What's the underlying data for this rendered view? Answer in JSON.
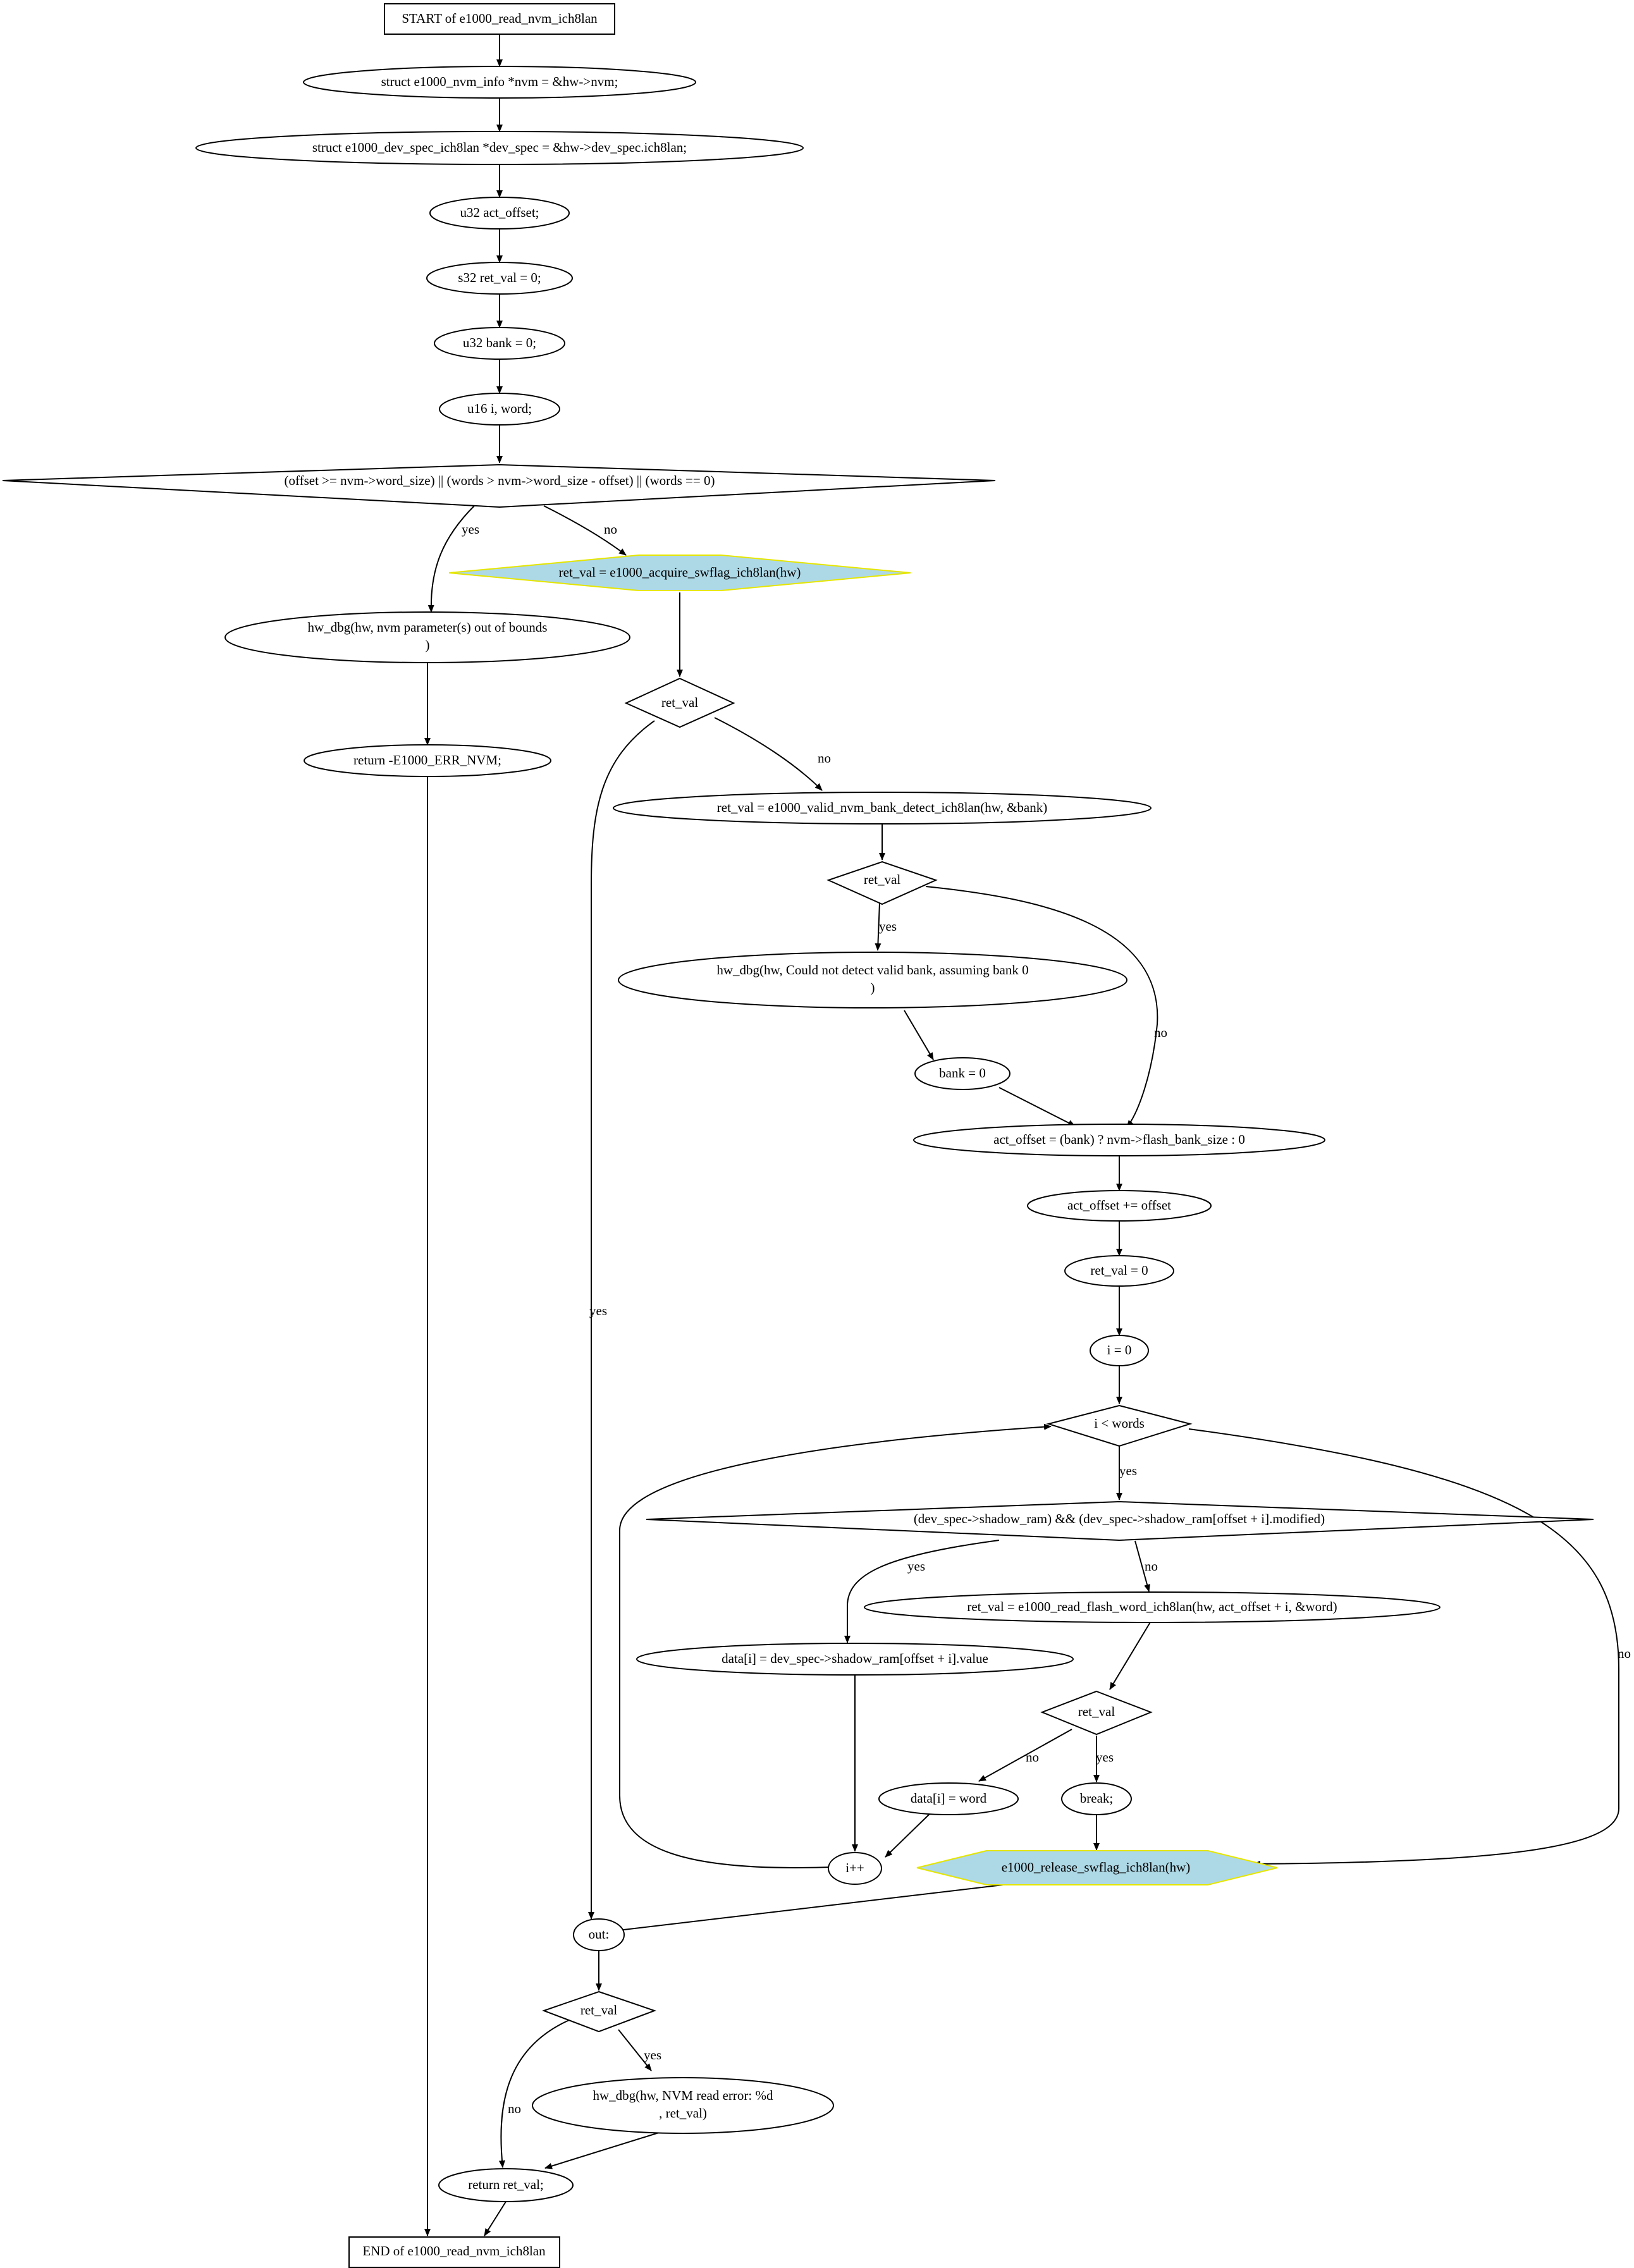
{
  "diagram": {
    "nodes": {
      "start": "START of e1000_read_nvm_ich8lan",
      "n1": "struct e1000_nvm_info *nvm = &hw->nvm;",
      "n2": "struct e1000_dev_spec_ich8lan *dev_spec = &hw->dev_spec.ich8lan;",
      "n3": "u32 act_offset;",
      "n4": "s32 ret_val = 0;",
      "n5": "u32 bank = 0;",
      "n6": "u16 i, word;",
      "d1": "(offset >= nvm->word_size) || (words > nvm->word_size - offset) || (words == 0)",
      "dbg1_l1": "hw_dbg(hw, nvm parameter(s) out of bounds",
      "dbg1_l2": ")",
      "ret1": "return -E1000_ERR_NVM;",
      "acq": "ret_val = e1000_acquire_swflag_ich8lan(hw)",
      "d2": "ret_val",
      "detect": "ret_val = e1000_valid_nvm_bank_detect_ich8lan(hw, &bank)",
      "d3": "ret_val",
      "dbg2_l1": "hw_dbg(hw, Could not detect valid bank, assuming bank 0",
      "dbg2_l2": ")",
      "bank0": "bank = 0",
      "act": "act_offset = (bank) ? nvm->flash_bank_size : 0",
      "actoff": "act_offset += offset",
      "rv0": "ret_val = 0",
      "i0": "i = 0",
      "d4": "i < words",
      "d5": "(dev_spec->shadow_ram) && (dev_spec->shadow_ram[offset + i].modified)",
      "shadow": "data[i] = dev_spec->shadow_ram[offset + i].value",
      "readflash": "ret_val = e1000_read_flash_word_ich8lan(hw, act_offset + i, &word)",
      "d6": "ret_val",
      "dataw": "data[i] = word",
      "brk": "break;",
      "inc": "i++",
      "rel": "e1000_release_swflag_ich8lan(hw)",
      "out": "out:",
      "d7": "ret_val",
      "dbg3_l1": "hw_dbg(hw, NVM read error: %d",
      "dbg3_l2": ", ret_val)",
      "retv": "return ret_val;",
      "end": "END of e1000_read_nvm_ich8lan"
    },
    "edge_labels": {
      "d1_yes": "yes",
      "d1_no": "no",
      "d2_yes": "yes",
      "d2_no": "no",
      "d3_yes": "yes",
      "d3_no": "no",
      "d4_yes": "yes",
      "d4_no": "no",
      "d5_yes": "yes",
      "d5_no": "no",
      "d6_no": "no",
      "d6_yes": "yes",
      "d7_yes": "yes",
      "d7_no": "no"
    },
    "colors": {
      "highlight_fill": "#add8e6",
      "highlight_stroke": "#e6e600"
    }
  }
}
